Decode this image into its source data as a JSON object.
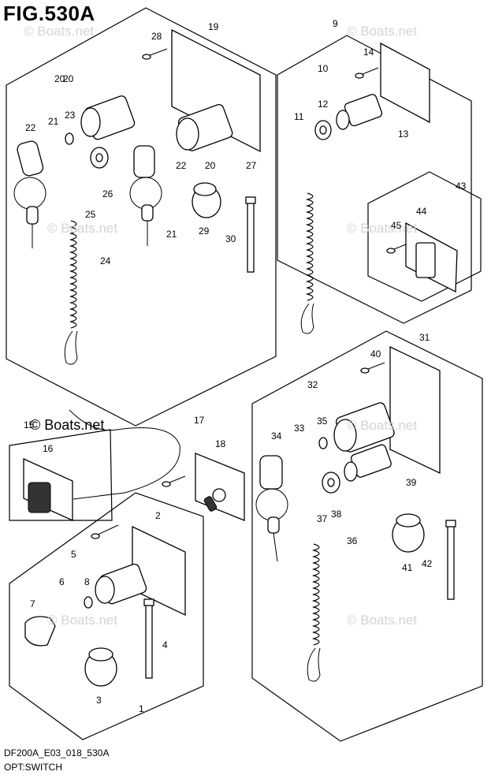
{
  "title": "FIG.530A",
  "footer": {
    "code": "DF200A_E03_018_530A",
    "name": "OPT:SWITCH"
  },
  "watermarks": {
    "faint": "© Boats.net",
    "strong": "© Boats.net"
  },
  "callouts": [
    "1",
    "2",
    "3",
    "4",
    "5",
    "6",
    "7",
    "8",
    "9",
    "10",
    "11",
    "12",
    "13",
    "14",
    "15",
    "16",
    "17",
    "18",
    "19",
    "20",
    "20",
    "20",
    "21",
    "21",
    "22",
    "22",
    "23",
    "24",
    "25",
    "26",
    "27",
    "28",
    "29",
    "30",
    "31",
    "32",
    "33",
    "34",
    "35",
    "36",
    "37",
    "38",
    "39",
    "40",
    "41",
    "42",
    "43",
    "44",
    "45"
  ]
}
